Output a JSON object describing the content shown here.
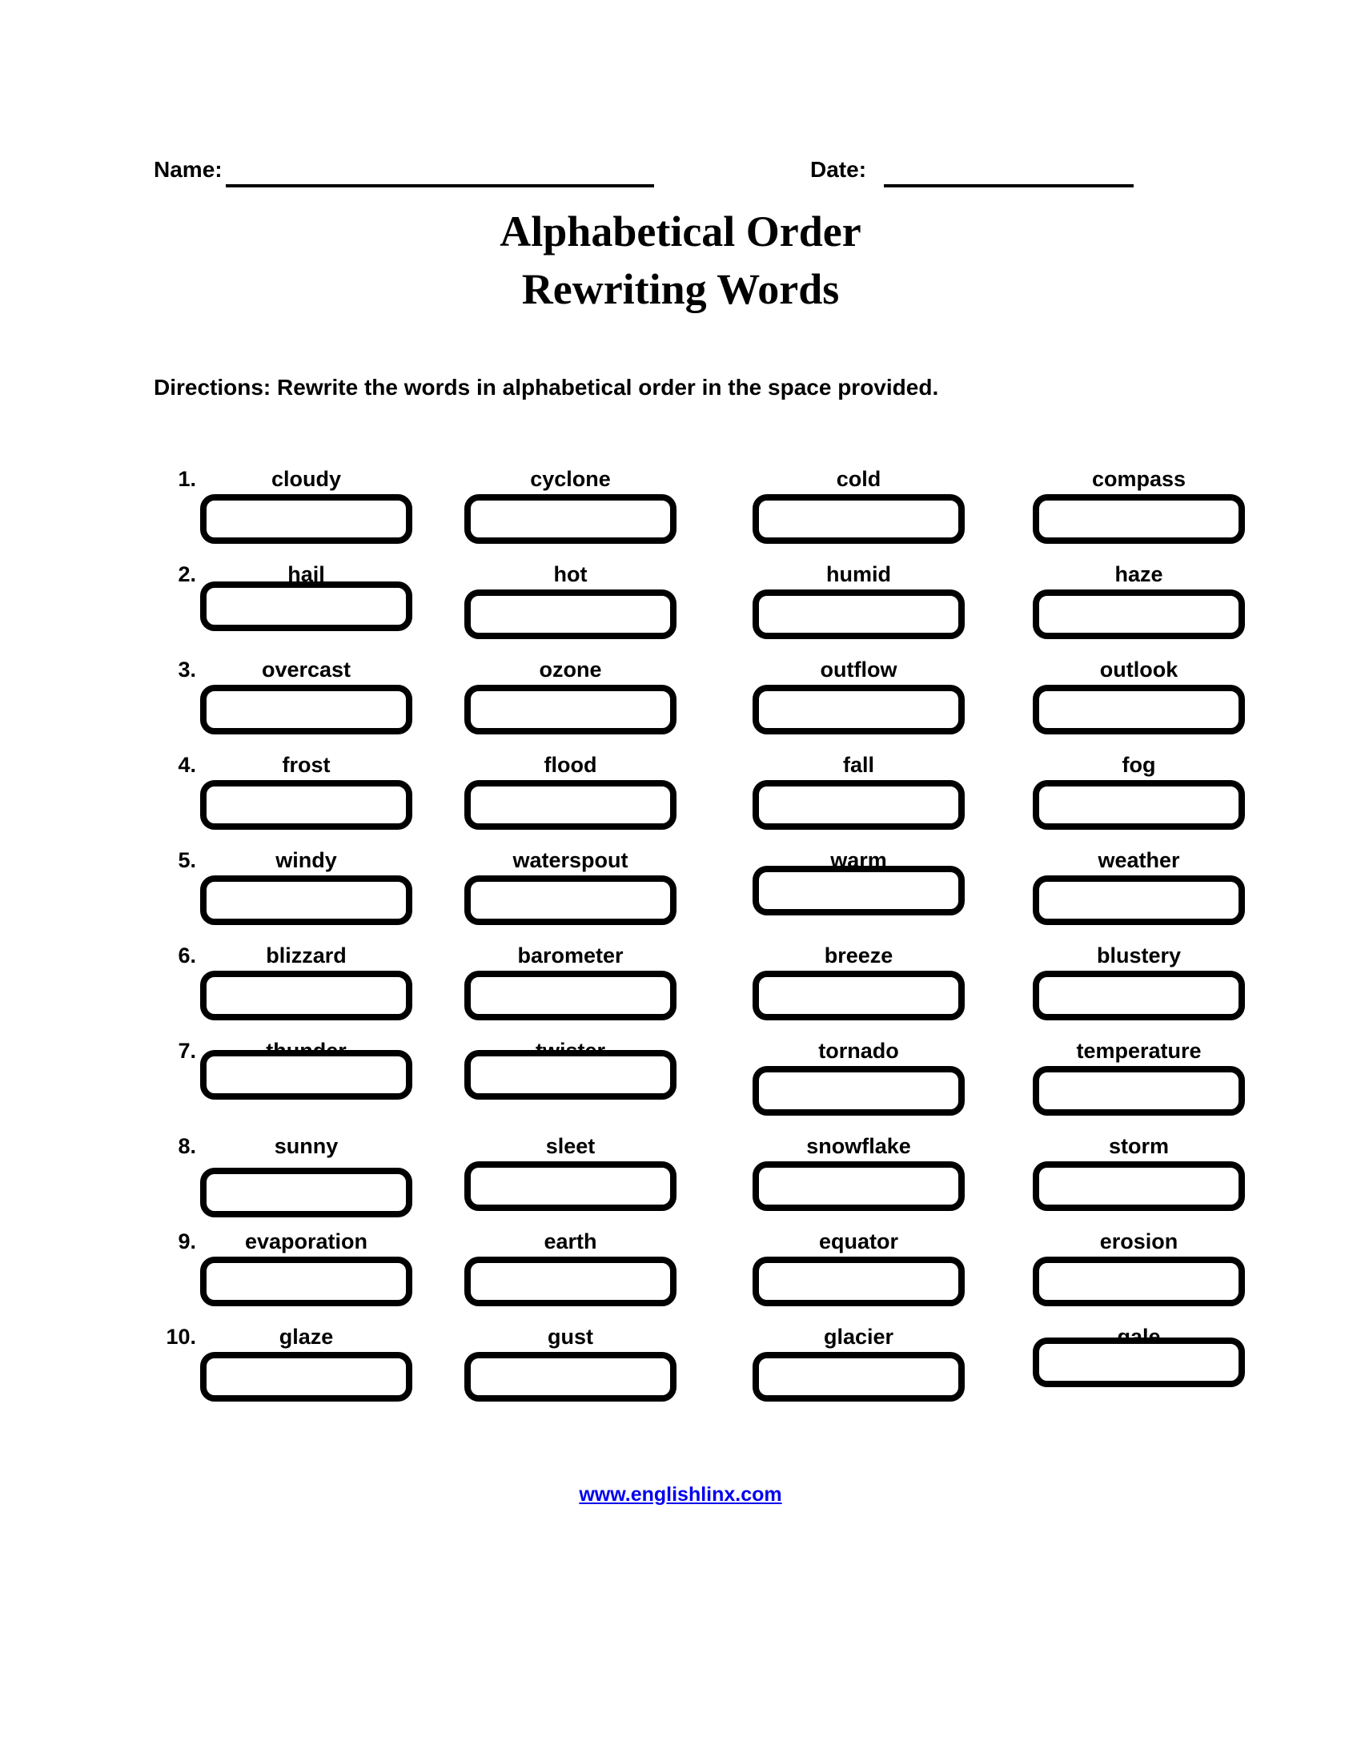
{
  "header": {
    "name_label": "Name:",
    "date_label": "Date:"
  },
  "title": {
    "line1": "Alphabetical Order",
    "line2": "Rewriting Words"
  },
  "directions": "Directions: Rewrite the words in alphabetical order in the space provided.",
  "rows": [
    {
      "number": "1.",
      "words": [
        "cloudy",
        "cyclone",
        "cold",
        "compass"
      ]
    },
    {
      "number": "2.",
      "words": [
        "hail",
        "hot",
        "humid",
        "haze"
      ]
    },
    {
      "number": "3.",
      "words": [
        "overcast",
        "ozone",
        "outflow",
        "outlook"
      ]
    },
    {
      "number": "4.",
      "words": [
        "frost",
        "flood",
        "fall",
        "fog"
      ]
    },
    {
      "number": "5.",
      "words": [
        "windy",
        "waterspout",
        "warm",
        "weather"
      ]
    },
    {
      "number": "6.",
      "words": [
        "blizzard",
        "barometer",
        "breeze",
        "blustery"
      ]
    },
    {
      "number": "7.",
      "words": [
        "thunder",
        "twister",
        "tornado",
        "temperature"
      ]
    },
    {
      "number": "8.",
      "words": [
        "sunny",
        "sleet",
        "snowflake",
        "storm"
      ]
    },
    {
      "number": "9.",
      "words": [
        "evaporation",
        "earth",
        "equator",
        "erosion"
      ]
    },
    {
      "number": "10.",
      "words": [
        "glaze",
        "gust",
        "glacier",
        "gale"
      ]
    }
  ],
  "footer": {
    "link": "www.englishlinx.com",
    "link_color": "#0000ee"
  },
  "colors": {
    "text": "#000000",
    "background": "#ffffff"
  }
}
